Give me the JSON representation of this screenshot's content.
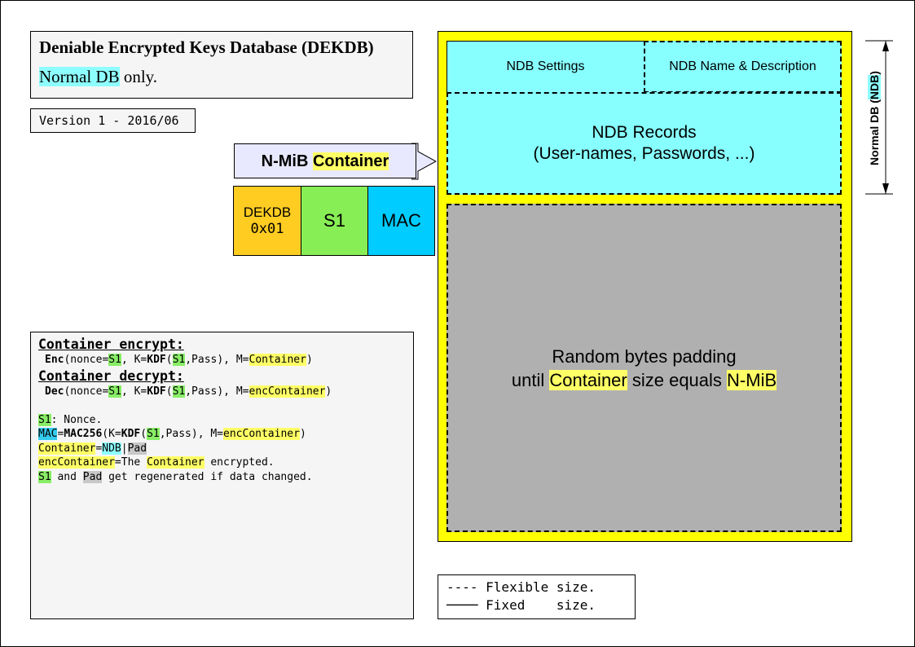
{
  "title": {
    "heading": "Deniable Encrypted Keys Database (DEKDB)",
    "sub_highlight": "Normal DB",
    "sub_rest": " only."
  },
  "version": "Version 1 - 2016/06",
  "container_label": {
    "prefix": "N-MiB ",
    "word": "Container"
  },
  "cells": {
    "dekdb_line1": "DEKDB",
    "dekdb_line2": "0x01",
    "s1": "S1",
    "mac": "MAC"
  },
  "info": {
    "encrypt_heading": "Container encrypt:",
    "encrypt_line": {
      "fn": "Enc",
      "a": "(nonce=",
      "s1": "S1",
      "b": ", K=",
      "kdf": "KDF",
      "c": "(",
      "s1b": "S1",
      "d": ",Pass), M=",
      "m": "Container",
      "e": ")"
    },
    "decrypt_heading": "Container decrypt:",
    "decrypt_line": {
      "fn": "Dec",
      "a": "(nonce=",
      "s1": "S1",
      "b": ", K=",
      "kdf": "KDF",
      "c": "(",
      "s1b": "S1",
      "d": ",Pass), M=",
      "m": "encContainer",
      "e": ")"
    },
    "nonce_line": {
      "s1": "S1",
      "rest": ": Nonce."
    },
    "mac_line": {
      "mac": "MAC",
      "eq": "=",
      "fn": "MAC256",
      "a": "(K=",
      "kdf": "KDF",
      "b": "(",
      "s1": "S1",
      "c": ",Pass), M=",
      "m": "encContainer",
      "d": ")"
    },
    "container_line": {
      "c": "Container",
      "eq": "=",
      "ndb": "NDB",
      "bar": "|",
      "pad": "Pad"
    },
    "enc_line": {
      "e": "encContainer",
      "a": "=The ",
      "c": "Container",
      "b": " encrypted."
    },
    "regen_line": {
      "s1": "S1",
      "a": " and ",
      "pad": "Pad",
      "b": " get regenerated if data changed."
    }
  },
  "ndb": {
    "settings": "NDB Settings",
    "name_desc": "NDB Name & Description",
    "records_line1": "NDB Records",
    "records_line2": "(User-names, Passwords, ...)",
    "padding_line1": "Random bytes padding",
    "padding_a": "until ",
    "padding_container": "Container",
    "padding_b": " size equals ",
    "padding_nmib": "N-MiB"
  },
  "dimension_label": {
    "prefix": "Normal DB (",
    "ndb": "NDB",
    "suffix": ")"
  },
  "legend": {
    "flexible": "---- Flexible size.",
    "fixed_line": "────",
    "fixed_label": " Fixed    size."
  },
  "colors": {
    "yellow_frame": "#ffff00",
    "cyan": "#88ffff",
    "grey_padding": "#b0b0b0",
    "dekdb_orange": "#ffcc22",
    "s1_green": "#88ee55",
    "mac_blue": "#00ccff"
  }
}
